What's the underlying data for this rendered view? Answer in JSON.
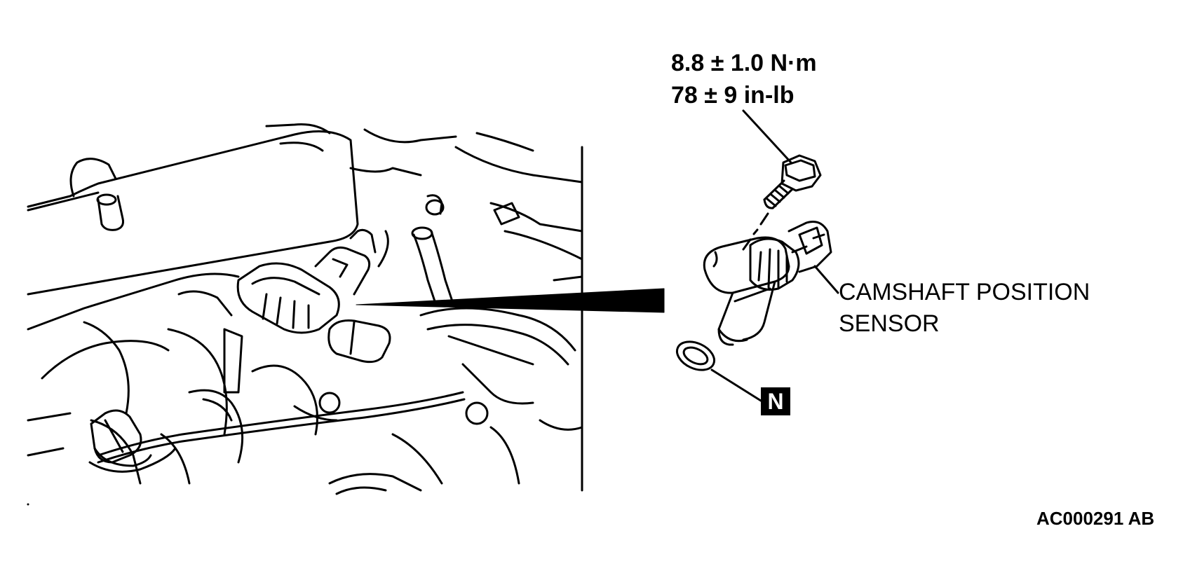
{
  "torque": {
    "metric": "8.8 ± 1.0 N·m",
    "imperial": "78 ± 9 in-lb"
  },
  "labels": {
    "sensor_line1": "CAMSHAFT POSITION",
    "sensor_line2": "SENSOR",
    "replace_part_badge": "N"
  },
  "figure_id": "AC000291 AB"
}
